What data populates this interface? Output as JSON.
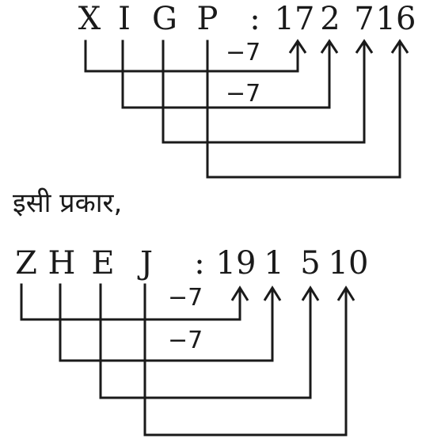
{
  "example1": {
    "letters": [
      "X",
      "I",
      "G",
      "P"
    ],
    "colon": ":",
    "codes": [
      "17",
      "2",
      "7",
      "16"
    ],
    "offsets": [
      "−7",
      "−7"
    ]
  },
  "transition": "इसी प्रकार,",
  "example2": {
    "letters": [
      "Z",
      "H",
      "E",
      "J"
    ],
    "colon": ":",
    "codes": [
      "19",
      "1",
      "5",
      "10"
    ],
    "offsets": [
      "−7",
      "−7"
    ]
  },
  "colors": {
    "ink": "#1a1a1a",
    "background": "#ffffff"
  }
}
